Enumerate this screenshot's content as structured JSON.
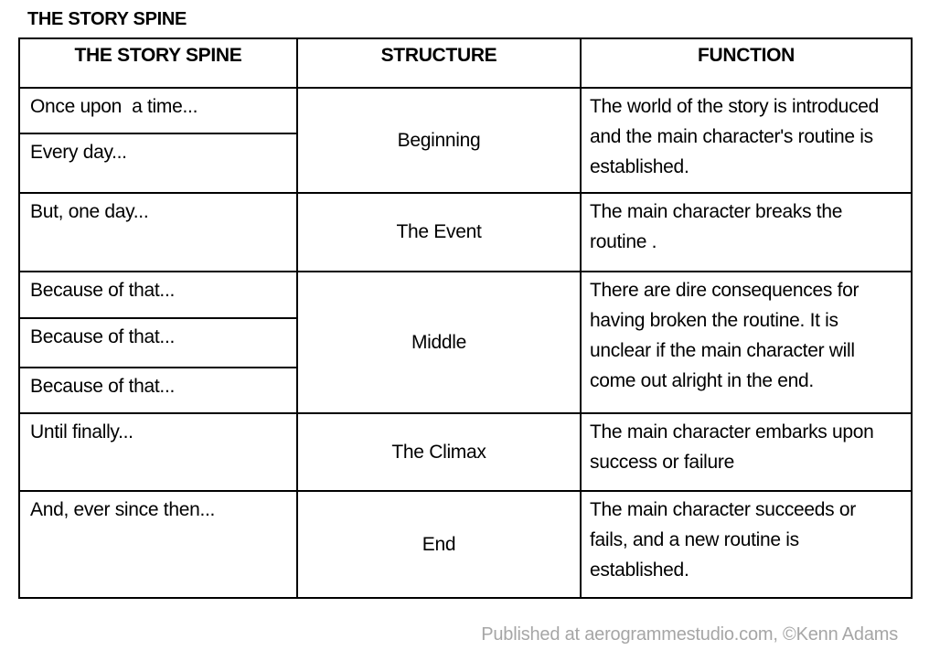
{
  "page_title": "THE STORY SPINE",
  "table": {
    "headers": {
      "spine": "THE STORY SPINE",
      "structure": "STRUCTURE",
      "function": "FUNCTION"
    },
    "groups": [
      {
        "spine": [
          "Once upon  a time...",
          "Every day..."
        ],
        "structure": "Beginning",
        "function": "The world of the story is introduced and the main character's routine is established."
      },
      {
        "spine": [
          "But, one day..."
        ],
        "structure": "The Event",
        "function": "The main character breaks the routine ."
      },
      {
        "spine": [
          "Because of that...",
          "Because of that...",
          "Because of that..."
        ],
        "structure": "Middle",
        "function": "There are dire consequences for having broken the routine. It is unclear if the main character will come out alright in the end."
      },
      {
        "spine": [
          "Until finally..."
        ],
        "structure": "The Climax",
        "function": "The main character embarks upon success or failure"
      },
      {
        "spine": [
          "And, ever since then..."
        ],
        "structure": "End",
        "function": "The main character succeeds or fails, and a new routine is established."
      }
    ]
  },
  "footer": {
    "attribution": "Published at aerogrammestudio.com, ©Kenn Adams"
  },
  "colors": {
    "text": "#000000",
    "border": "#000000",
    "footer_text": "#a6a6a6",
    "background": "#ffffff"
  }
}
